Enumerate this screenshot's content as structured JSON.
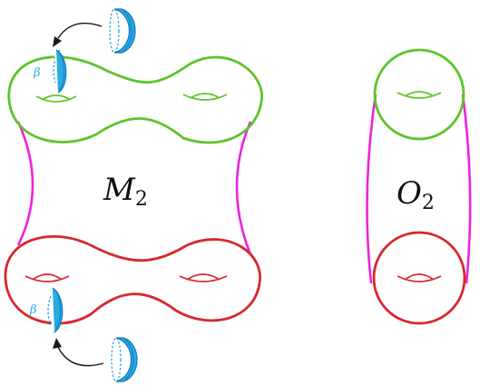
{
  "labels": {
    "left_surface": {
      "main": "M",
      "sub": "2"
    },
    "right_surface": {
      "main": "O",
      "sub": "2"
    },
    "curve_top": "β",
    "curve_bottom": "β"
  },
  "colors": {
    "top_surface": "#5cc42a",
    "bottom_surface": "#d8282c",
    "connector": "#ee22dd",
    "handle": "#29abe2",
    "handle_dark": "#1578c0",
    "arrow": "#1a1a1a",
    "text": "#111111"
  },
  "icons": {
    "handle_glyph": "cylinder-handle-icon",
    "arrow_glyph": "curved-arrow-icon"
  }
}
